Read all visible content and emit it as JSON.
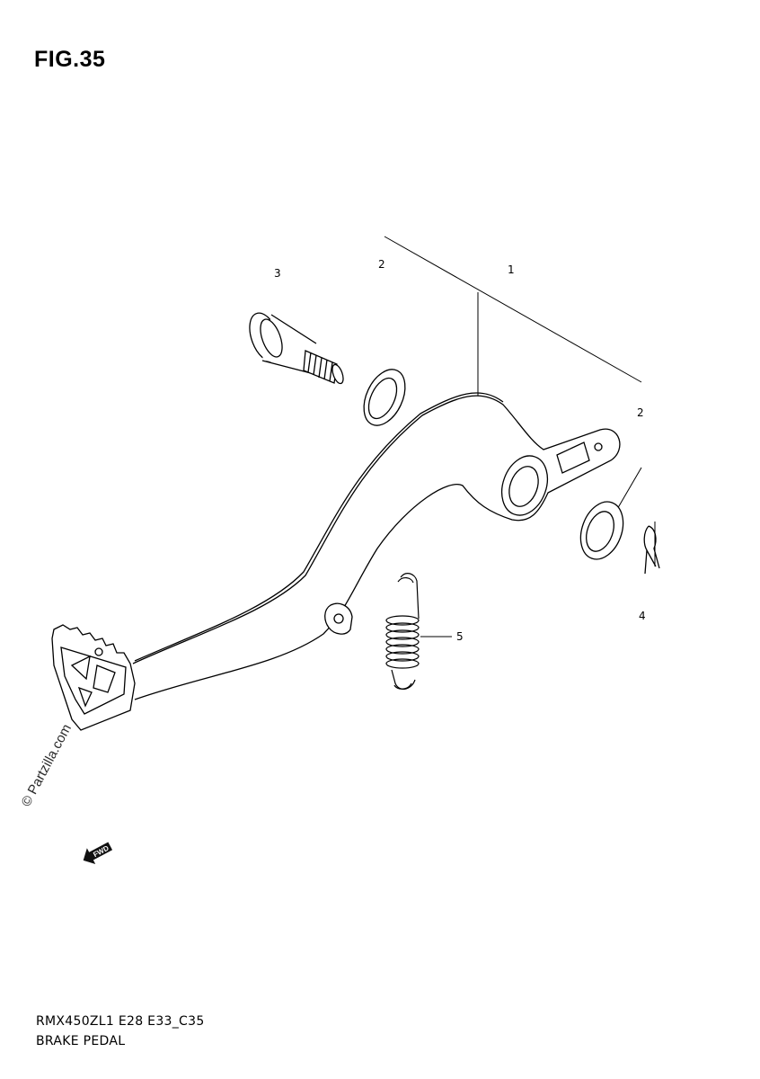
{
  "figure": {
    "title": "FIG.35"
  },
  "callouts": [
    {
      "id": "callout-3",
      "label": "3"
    },
    {
      "id": "callout-2-left",
      "label": "2"
    },
    {
      "id": "callout-1",
      "label": "1"
    },
    {
      "id": "callout-2-right",
      "label": "2"
    },
    {
      "id": "callout-4",
      "label": "4"
    },
    {
      "id": "callout-5",
      "label": "5"
    }
  ],
  "watermark": {
    "text": "© Partzilla.com"
  },
  "fwd_badge": {
    "text": "FWD"
  },
  "footer": {
    "code": "RMX450ZL1 E28 E33_C35",
    "name": "BRAKE PEDAL"
  },
  "colors": {
    "ink": "#000000",
    "background": "#ffffff"
  }
}
